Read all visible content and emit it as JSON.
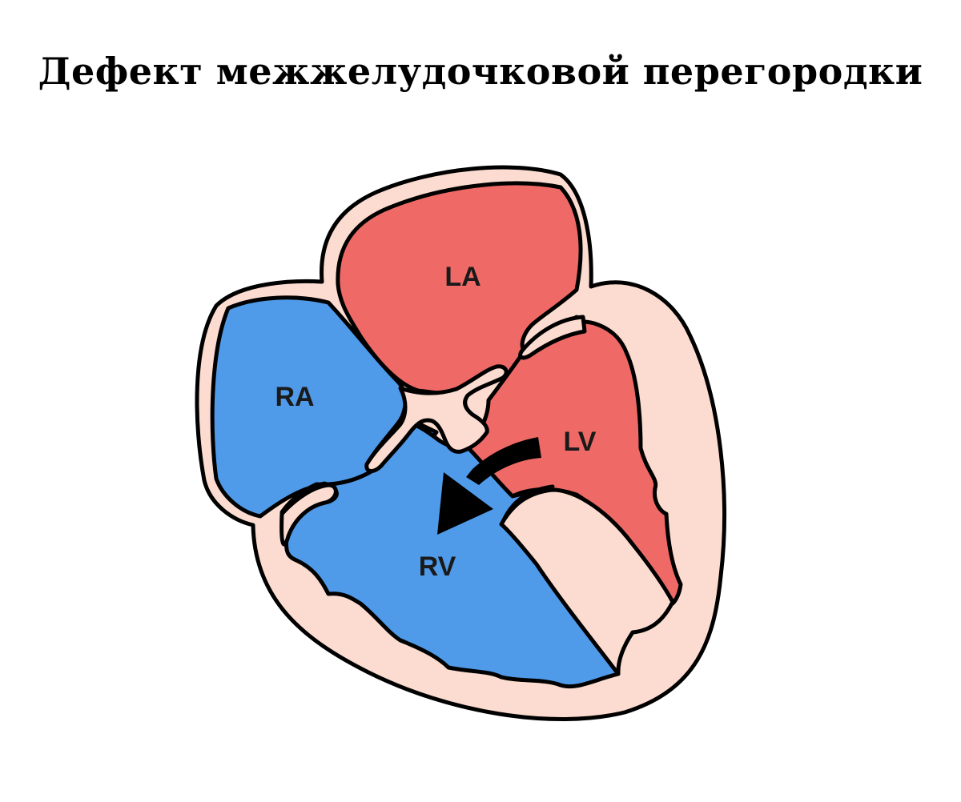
{
  "title": "Дефект межжелудочковой перегородки",
  "labels": {
    "la": "LA",
    "ra": "RA",
    "lv": "LV",
    "rv": "RV"
  },
  "colors": {
    "oxygenated": "#ef6a66",
    "deoxygenated": "#4f9bea",
    "tissue": "#fcdcd0",
    "outline": "#000000",
    "text": "#1a1a1a"
  },
  "icons": {
    "shunt_arrow": "curved-arrow-lv-to-rv"
  }
}
